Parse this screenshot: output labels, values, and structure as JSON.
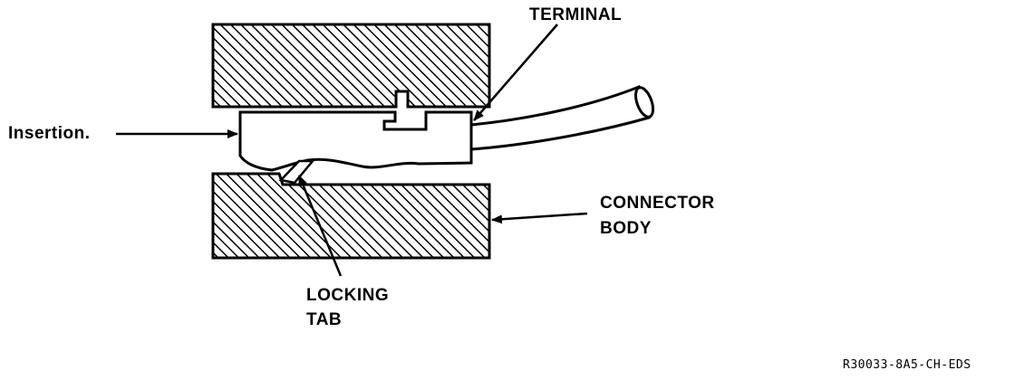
{
  "labels": {
    "terminal": "TERMINAL",
    "insertion": "Insertion.",
    "connector_body_line1": "CONNECTOR",
    "connector_body_line2": "BODY",
    "locking_tab_line1": "LOCKING",
    "locking_tab_line2": "TAB"
  },
  "figure_code": "R30033-8A5-CH-EDS",
  "colors": {
    "ink": "#000000",
    "paper": "#ffffff"
  }
}
